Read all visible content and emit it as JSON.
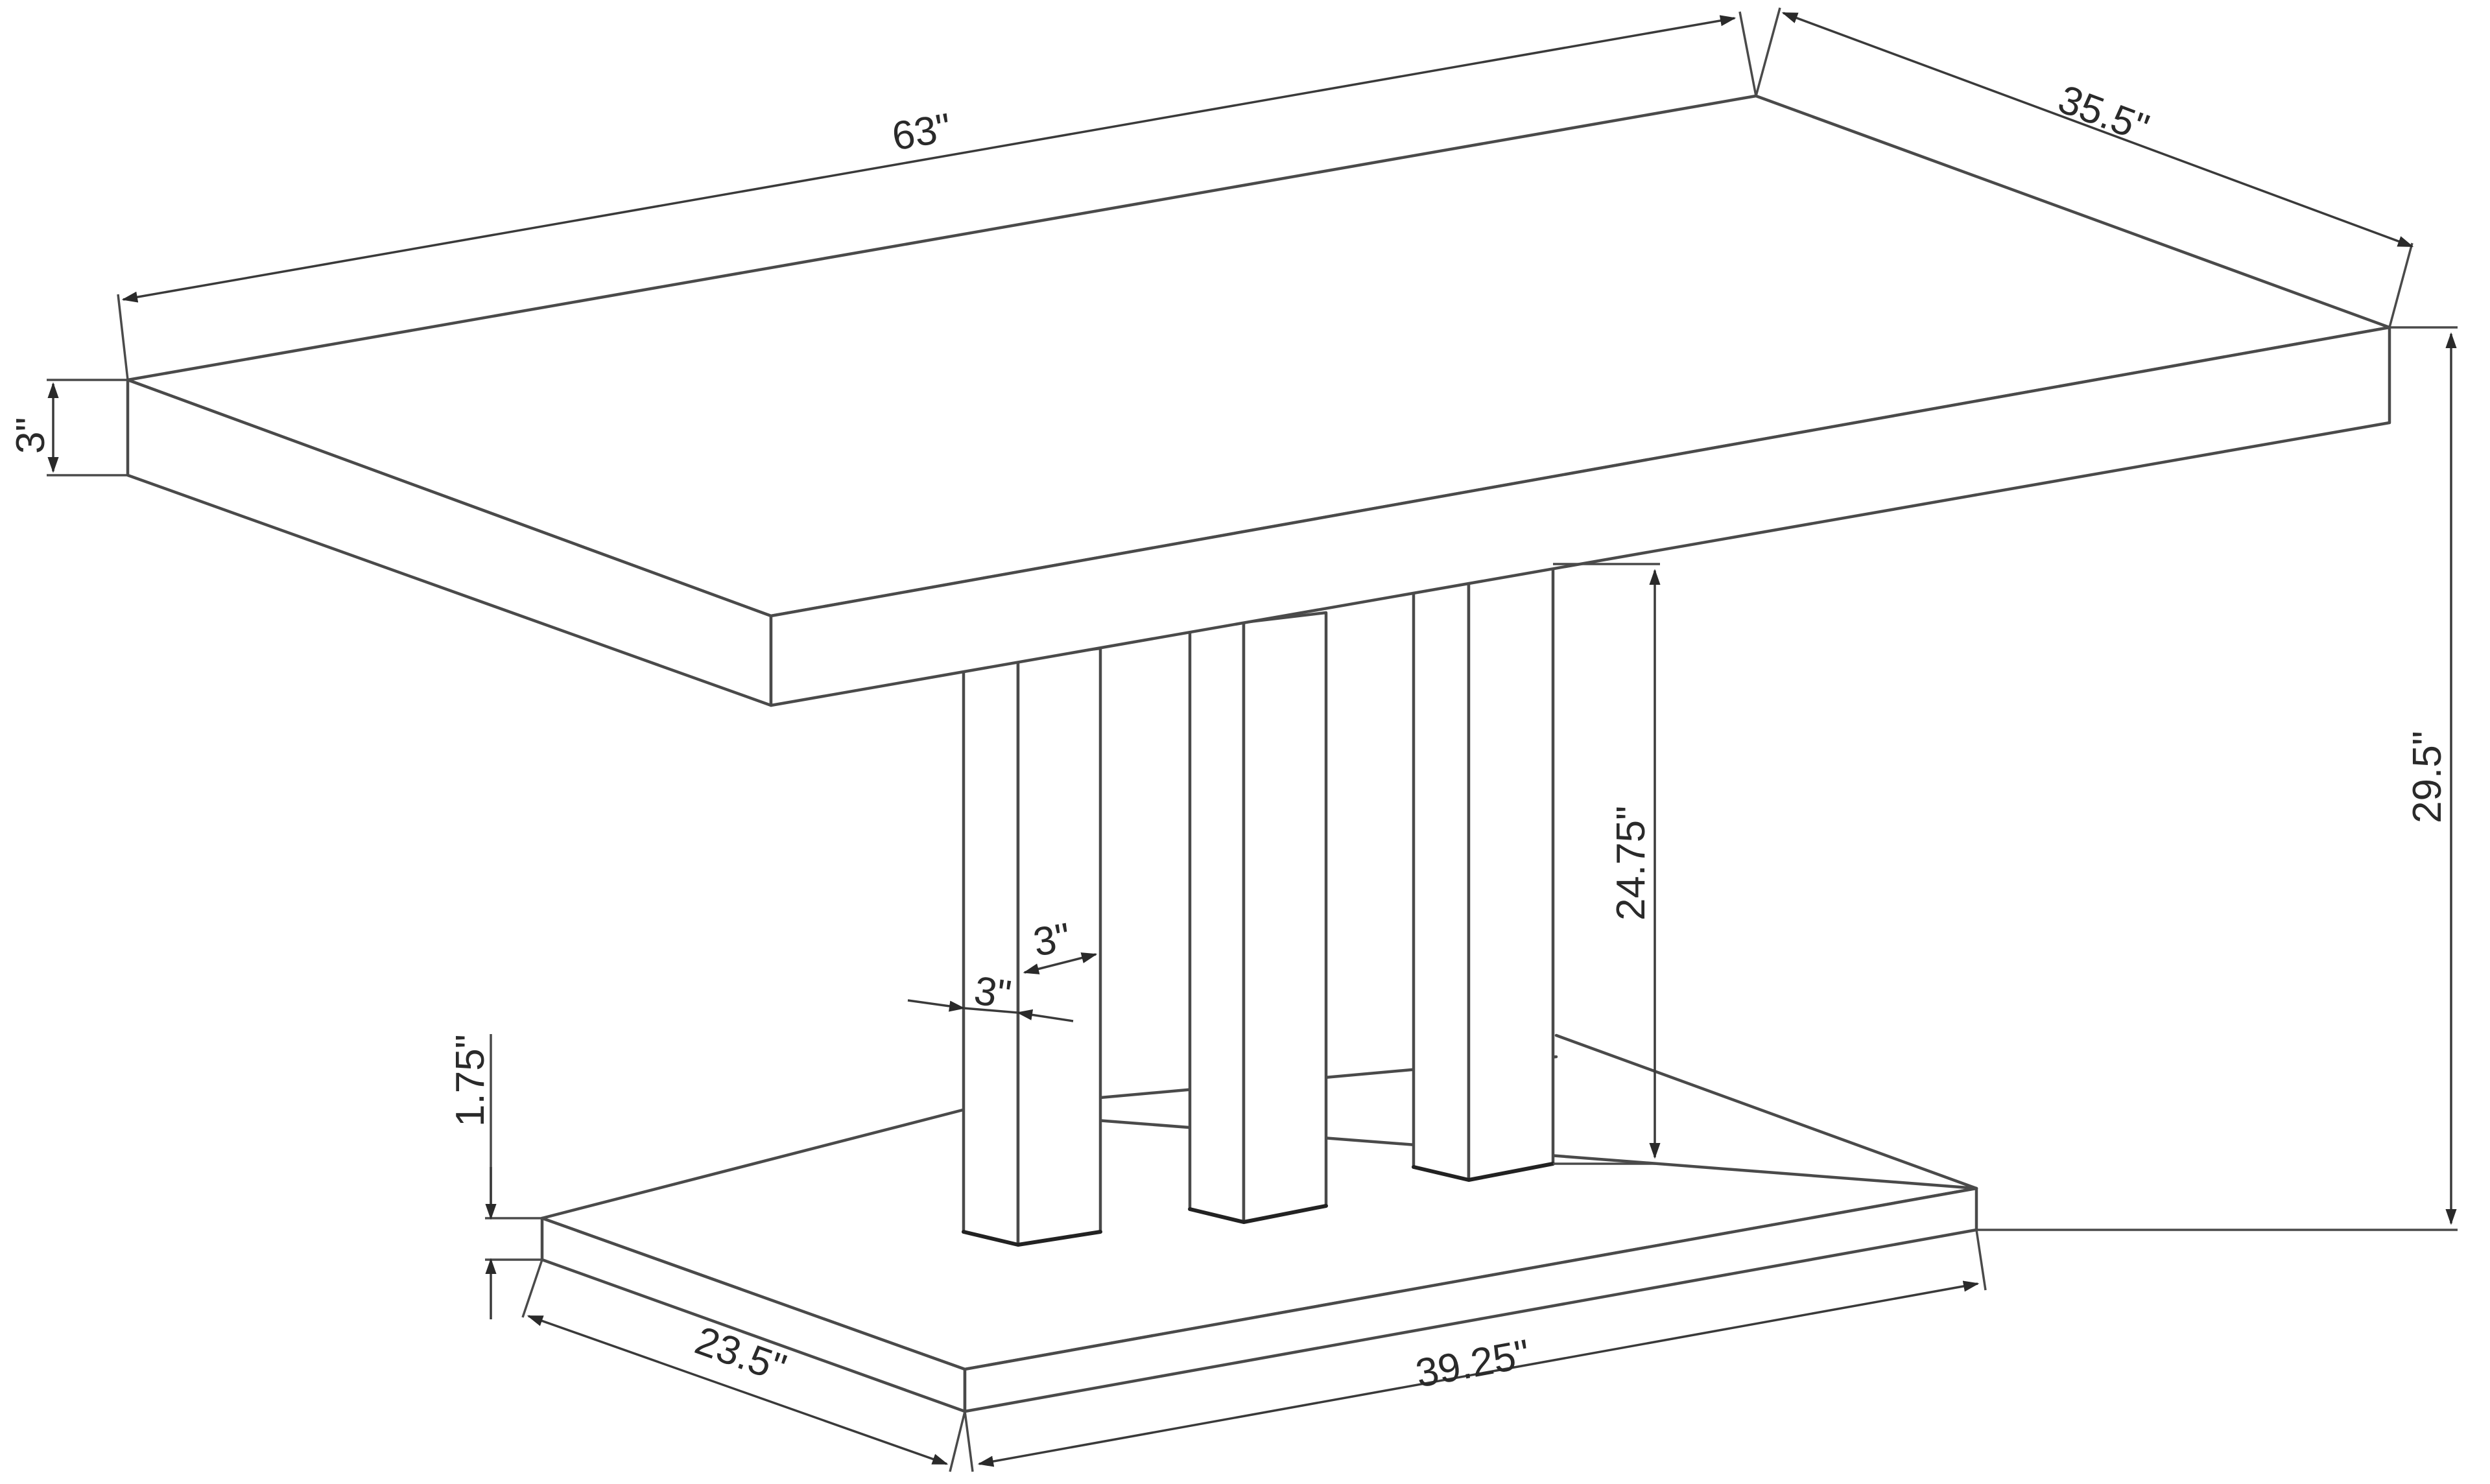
{
  "diagram": {
    "type": "technical-dimension-drawing",
    "subject": "pedestal dining table",
    "line_color": "#4a4a4a",
    "background": "#ffffff"
  },
  "dimensions": {
    "top_length": "63\"",
    "top_width": "35.5\"",
    "top_thickness": "3\"",
    "overall_height": "29.5\"",
    "column_height": "24.75\"",
    "column_width_a": "3\"",
    "column_depth_b": "3\"",
    "base_thickness": "1.75\"",
    "base_width": "23.5\"",
    "base_length": "39.25\""
  }
}
